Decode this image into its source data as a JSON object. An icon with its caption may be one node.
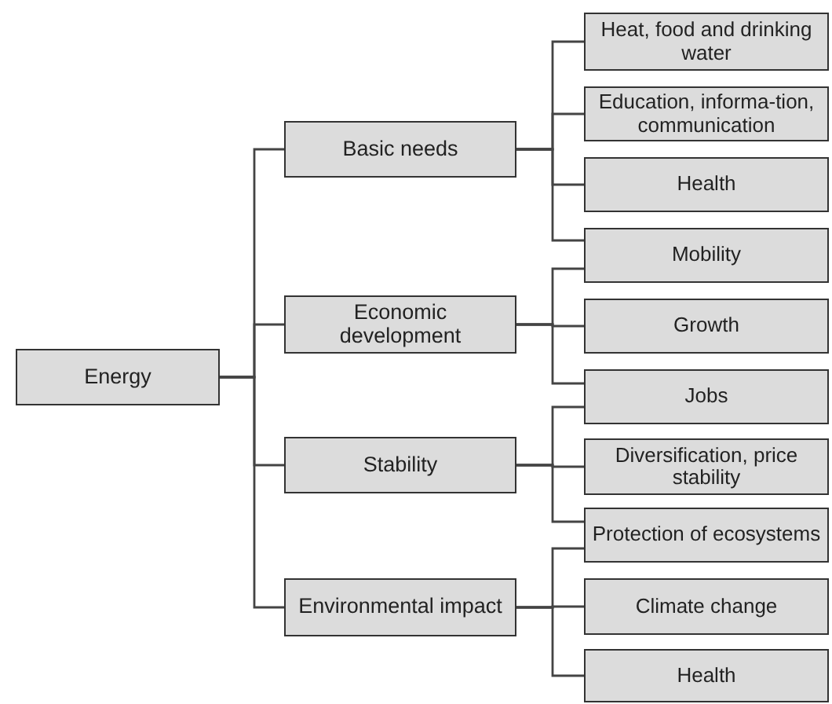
{
  "diagram": {
    "nodes": [
      {
        "text": [
          "Energy"
        ]
      },
      {
        "text": [
          "Basic needs"
        ]
      },
      {
        "text": [
          "Heat, food and drinking water"
        ]
      },
      {
        "text": [
          "Education, informa-tion, communication"
        ]
      },
      {
        "text": [
          "Health"
        ]
      },
      {
        "text": [
          "Mobility"
        ]
      },
      {
        "text": [
          "Economic development"
        ]
      },
      {
        "text": [
          "Growth"
        ]
      },
      {
        "text": [
          "Jobs"
        ]
      },
      {
        "text": [
          "Stability"
        ]
      },
      {
        "text": [
          "Diversification, price stability"
        ]
      },
      {
        "text": [
          "Protection of ecosystems"
        ]
      },
      {
        "text": [
          "Environmental impact"
        ]
      },
      {
        "text": [
          "Climate change"
        ]
      },
      {
        "text": [
          "Health"
        ]
      }
    ],
    "edges": [
      {
        "from": 0,
        "to": 1,
        "arrow": "none"
      },
      {
        "from": 0,
        "to": 6,
        "arrow": "none"
      },
      {
        "from": 0,
        "to": 9,
        "arrow": "none"
      },
      {
        "from": 0,
        "to": 12,
        "arrow": "none"
      },
      {
        "from": 1,
        "to": 2,
        "arrow": "none"
      },
      {
        "from": 1,
        "to": 3,
        "arrow": "none"
      },
      {
        "from": 1,
        "to": 4,
        "arrow": "none"
      },
      {
        "from": 1,
        "to": 5,
        "arrow": "none"
      },
      {
        "from": 6,
        "to": 5,
        "arrow": "none"
      },
      {
        "from": 6,
        "to": 7,
        "arrow": "none"
      },
      {
        "from": 6,
        "to": 8,
        "arrow": "none"
      },
      {
        "from": 9,
        "to": 8,
        "arrow": "none"
      },
      {
        "from": 9,
        "to": 10,
        "arrow": "none"
      },
      {
        "from": 9,
        "to": 11,
        "arrow": "none"
      },
      {
        "from": 12,
        "to": 11,
        "arrow": "none"
      },
      {
        "from": 12,
        "to": 13,
        "arrow": "none"
      },
      {
        "from": 12,
        "to": 14,
        "arrow": "none"
      }
    ]
  }
}
